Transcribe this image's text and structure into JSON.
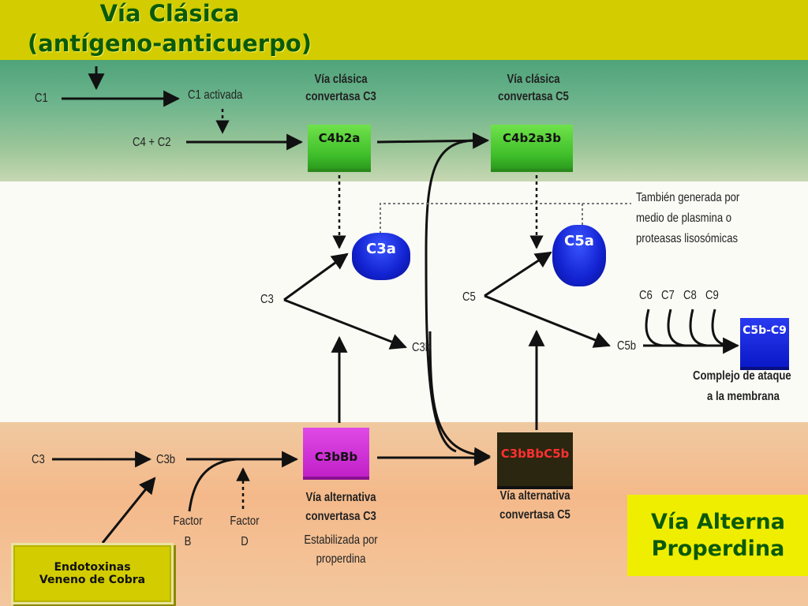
{
  "title": {
    "line1": "Vía Clásica",
    "line2": "(antígeno-anticuerpo)"
  },
  "classic": {
    "c1": "C1",
    "c1_activated": "C1 activada",
    "c4_c2": "C4 + C2",
    "c3_convertase_line1": "Vía clásica",
    "c3_convertase_line2": "convertasa C3",
    "c5_convertase_line1": "Vía clásica",
    "c5_convertase_line2": "convertasa C5",
    "c4b2a": "C4b2a",
    "c4b2a3b": "C4b2a3b"
  },
  "middle": {
    "c3": "C3",
    "c3a": "C3a",
    "c3b": "C3b",
    "c5": "C5",
    "c5a": "C5a",
    "c5b": "C5b",
    "note_line1": "También generada por",
    "note_line2": "medio de plasmina o",
    "note_line3": "proteasas lisosómicas",
    "c6": "C6",
    "c7": "C7",
    "c8": "C8",
    "c9": "C9",
    "c5b_c9": "C5b-C9",
    "mac_line1": "Complejo de ataque",
    "mac_line2": "a la membrana"
  },
  "alternative": {
    "c3": "C3",
    "c3b": "C3b",
    "factor_b_line1": "Factor",
    "factor_b_line2": "B",
    "factor_d_line1": "Factor",
    "factor_d_line2": "D",
    "c3bbb": "C3bBb",
    "c3bbbc5b": "C3bBbC5b",
    "c3_convertase_line1": "Vía alternativa",
    "c3_convertase_line2": "convertasa C3",
    "c3_convertase_line3": "Estabilizada por",
    "c3_convertase_line4": "properdina",
    "c5_convertase_line1": "Vía alternativa",
    "c5_convertase_line2": "convertasa C5",
    "triggers_line1": "Endotoxinas",
    "triggers_line2": "Veneno de Cobra",
    "pathway_line1": "Vía Alterna",
    "pathway_line2": "Properdina"
  },
  "colors": {
    "title_green": "#0a5a0a",
    "frame_yellow": "#d2cc00",
    "box_green": "#3fbe2a",
    "box_magenta": "#c020c8",
    "box_dark": "#2a2610",
    "cylinder_blue": "#1222d0"
  }
}
